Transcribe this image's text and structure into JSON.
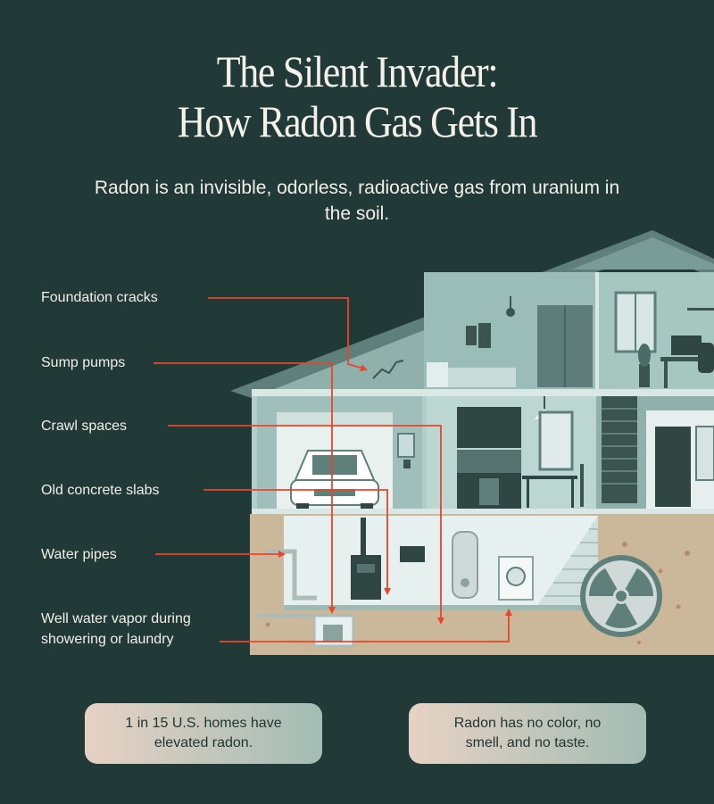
{
  "title": {
    "line1": "The Silent Invader:",
    "line2": "How Radon Gas Gets In"
  },
  "subtitle": "Radon is an invisible, odorless, radioactive gas from uranium in the soil.",
  "entry_points": [
    {
      "label": "Foundation cracks"
    },
    {
      "label": "Sump pumps"
    },
    {
      "label": "Crawl spaces"
    },
    {
      "label": "Old concrete slabs"
    },
    {
      "label": "Water pipes"
    },
    {
      "label_line1": "Well water vapor during",
      "label_line2": "showering or laundry"
    }
  ],
  "facts": [
    {
      "text": "1 in 15 U.S. homes have elevated radon."
    },
    {
      "text": "Radon has no color, no smell, and no taste."
    }
  ],
  "colors": {
    "background": "#213a37",
    "arrow": "#e8452b",
    "soil": "#cbb89a",
    "house_interior": "#a9c7c1",
    "fact_gradient_start": "#e7d2c4",
    "fact_gradient_end": "#a3bcb4"
  },
  "icons": [
    "radiation-icon",
    "car-icon",
    "washing-machine-icon",
    "water-heater-icon",
    "furnace-icon",
    "plant-icon",
    "lamp-icon"
  ]
}
